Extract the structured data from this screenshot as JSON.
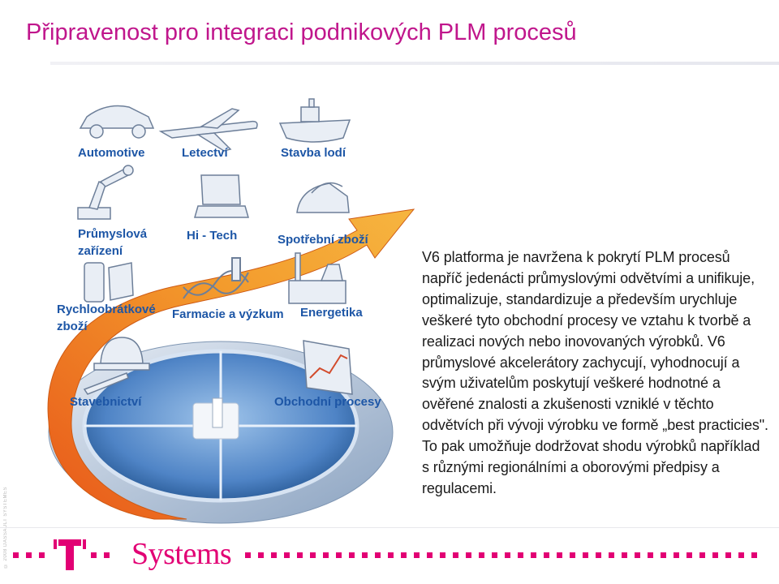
{
  "title": "Připravenost pro integraci podnikových PLM procesů",
  "industries": {
    "automotive": "Automotive",
    "aerospace": "Letectví",
    "shipbuilding": "Stavba lodí",
    "industrial_line1": "Průmyslová",
    "industrial_line2": "zařízení",
    "hitech": "Hi - Tech",
    "consumer": "Spotřební zboží",
    "cpg_line1": "Rychloobrátkové",
    "cpg_line2": "zboží",
    "pharma": "Farmacie a výzkum",
    "energy": "Energetika",
    "construction": "Stavebnictví",
    "business": "Obchodní procesy"
  },
  "body_text": "V6 platforma je navržena k pokrytí PLM procesů napříč jedenácti průmyslovými odvětvími a unifikuje, optimalizuje, standardizuje a především urychluje veškeré tyto obchodní procesy ve vztahu k tvorbě a realizaci nových nebo inovovaných výrobků. V6 průmyslové akcelerátory zachycují, vyhodnocují a svým uživatelům poskytují veškeré hodnotné a ověřené znalosti a zkušenosti vzniklé v těchto odvětvích při vývoji výrobku ve formě „best practicies\". To pak umožňuje dodržovat shodu výrobků například s různými regionálními a oborovými předpisy a regulacemi.",
  "side_copyright": "© 2008 DASSAULT SYSTEMES",
  "brand": {
    "letter": "T",
    "word": "Systems",
    "color": "#e20074"
  },
  "colors": {
    "title": "#c0168c",
    "industry_label": "#1d56a6",
    "arrow": "#f08a1c"
  },
  "icons": [
    "car-icon",
    "airplane-icon",
    "ship-icon",
    "robot-arm-icon",
    "laptop-icon",
    "iron-icon",
    "cosmetics-icon",
    "dna-icon",
    "power-plant-icon",
    "helmet-icon",
    "chart-icon"
  ]
}
